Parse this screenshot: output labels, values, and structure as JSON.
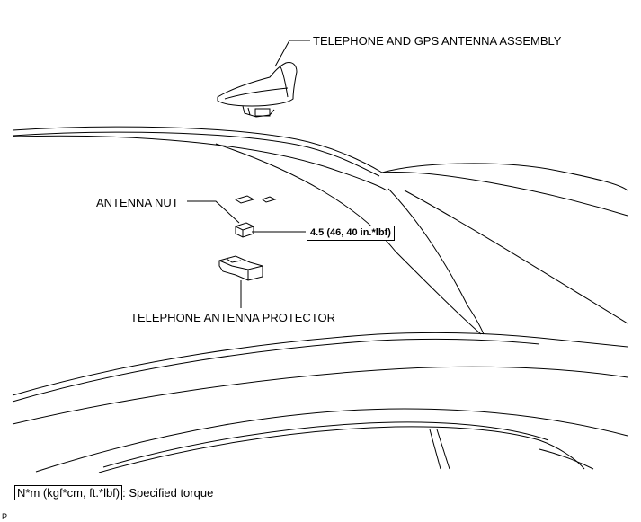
{
  "labels": {
    "antenna_assembly": "TELEPHONE AND GPS ANTENNA ASSEMBLY",
    "antenna_nut": "ANTENNA NUT",
    "antenna_protector": "TELEPHONE ANTENNA PROTECTOR"
  },
  "torque": {
    "value": "4.5 (46, 40 in.*lbf)"
  },
  "legend": {
    "unit": "N*m (kgf*cm, ft.*lbf)",
    "description": ": Specified torque"
  },
  "figure_code": "P"
}
